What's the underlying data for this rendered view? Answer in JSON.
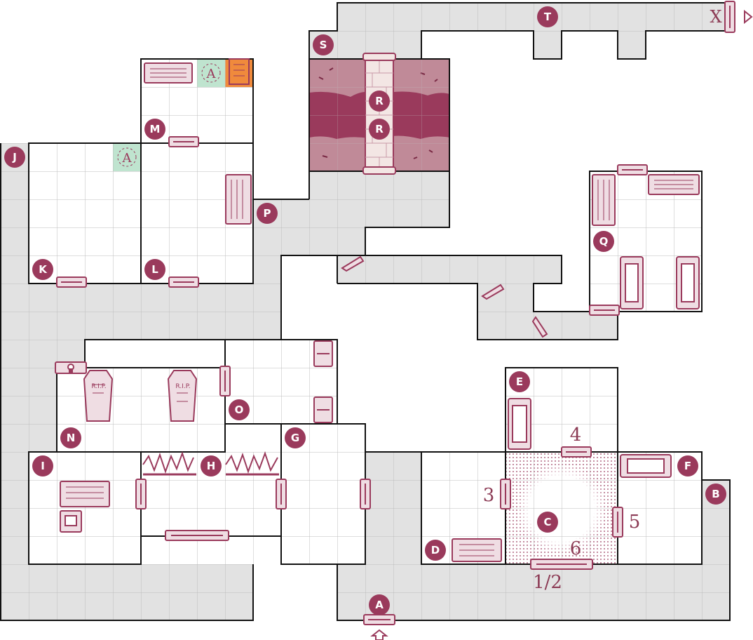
{
  "colors": {
    "corridor": "#e2e2e2",
    "room": "#ffffff",
    "grid": "#bdbdbd",
    "wall": "#111111",
    "accent": "#9a3a5c",
    "accent_light": "#efdde3",
    "chasm": "#c08a98",
    "bridge": "#f3e6e4",
    "special": "#bfe4cf",
    "orange": "#f08a3c"
  },
  "room_labels": [
    "A",
    "B",
    "C",
    "D",
    "E",
    "F",
    "G",
    "H",
    "I",
    "J",
    "K",
    "L",
    "M",
    "N",
    "O",
    "P",
    "Q",
    "R",
    "R",
    "S",
    "T"
  ],
  "door_numbers": [
    "1/2",
    "3",
    "4",
    "5",
    "6"
  ],
  "exit_label": "X",
  "runes": [
    "A",
    "A"
  ],
  "tomb_labels": [
    "R.I.P.",
    "R.I.P."
  ],
  "icons": [
    "start-arrow-icon",
    "exit-arrow-icon",
    "door-icon",
    "locked-door-icon",
    "coffin-icon",
    "sarcophagus-icon",
    "wooden-table-icon",
    "trap-spikes-icon",
    "rune-trap-icon",
    "stone-bridge-icon",
    "chest-icon"
  ]
}
